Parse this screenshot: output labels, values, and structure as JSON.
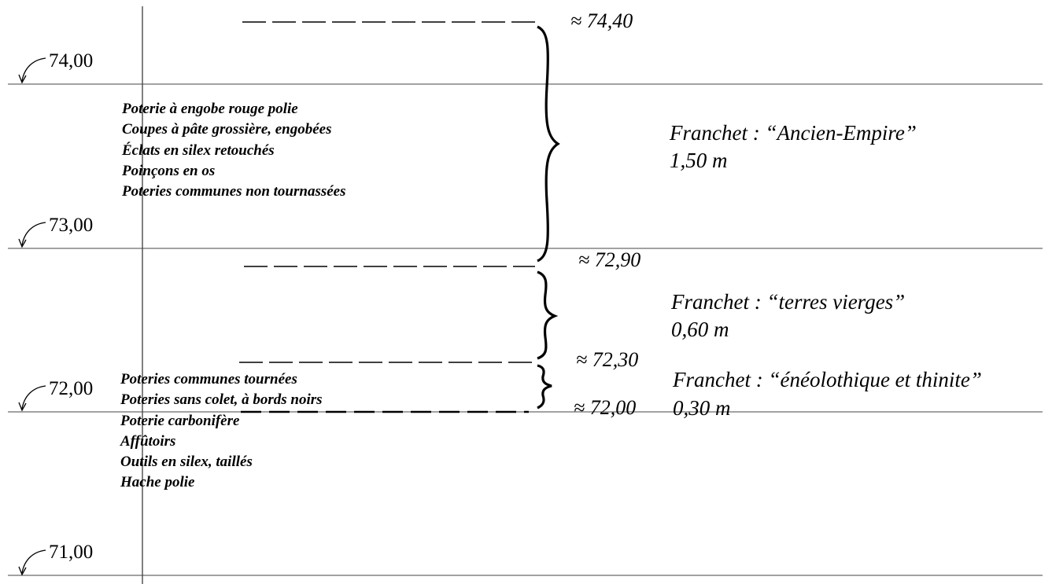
{
  "elevations": [
    {
      "label": "74,00",
      "value": 74.0
    },
    {
      "label": "73,00",
      "value": 73.0
    },
    {
      "label": "72,00",
      "value": 72.0
    },
    {
      "label": "71,00",
      "value": 71.0
    }
  ],
  "boundaries": [
    {
      "label": "≈ 74,40",
      "value": 74.4
    },
    {
      "label": "≈ 72,90",
      "value": 72.9
    },
    {
      "label": "≈ 72,30",
      "value": 72.3
    },
    {
      "label": "≈ 72,00",
      "value": 72.0
    }
  ],
  "periods": [
    {
      "name": "Franchet : “Ancien-Empire”",
      "thickness": "1,50 m",
      "top": 74.4,
      "bottom": 72.9
    },
    {
      "name": "Franchet : “terres vierges”",
      "thickness": "0,60 m",
      "top": 72.9,
      "bottom": 72.3
    },
    {
      "name": "Franchet : “énéolothique et thinite”",
      "thickness": "0,30 m",
      "top": 72.3,
      "bottom": 72.0
    }
  ],
  "finds_upper": [
    "Poterie à engobe rouge polie",
    "Coupes à pâte grossière, engobées",
    "Éclats en silex retouchés",
    "Poinçons en os",
    "Poteries communes non tournassées"
  ],
  "finds_lower": [
    "Poteries communes tournées",
    "Poteries sans colet, à bords noirs",
    "Poterie carbonifère",
    "Affûtoirs",
    "Outils en silex, taillés",
    "Hache polie"
  ]
}
